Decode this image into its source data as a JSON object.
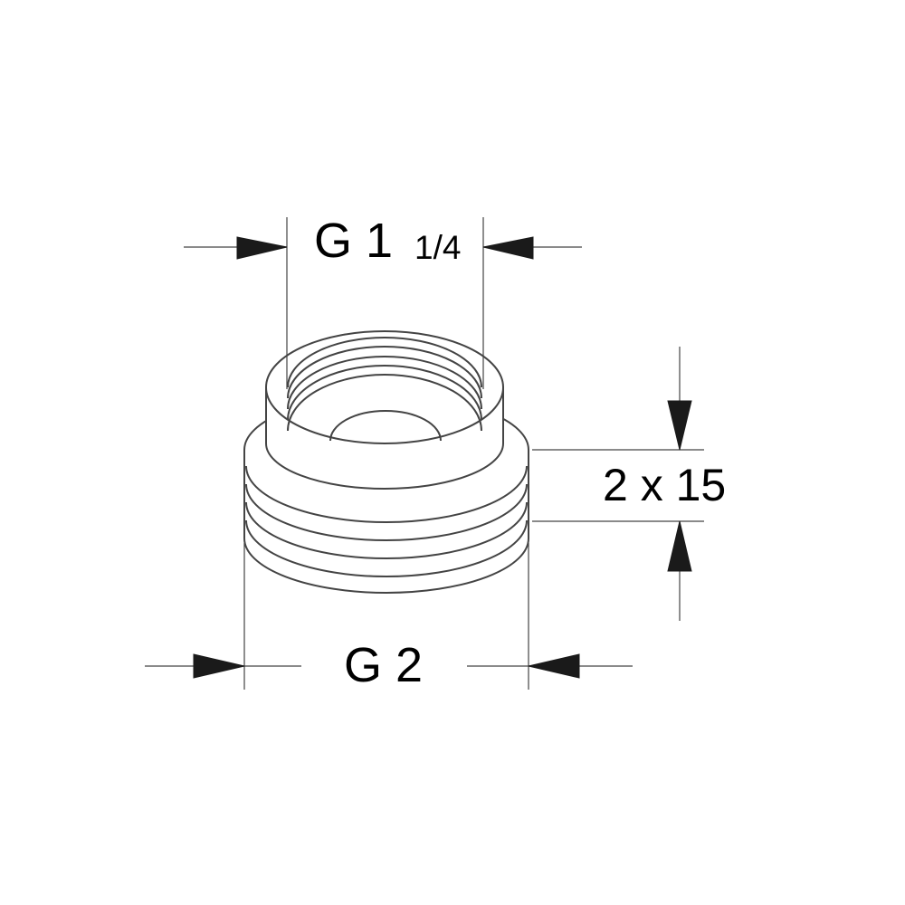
{
  "dimensions": {
    "top_thread": {
      "main": "G 1",
      "fraction": "1/4"
    },
    "bottom_thread": "G 2",
    "thread_depth": "2 x 15"
  },
  "colors": {
    "line": "#444444",
    "arrow": "#1a1a1a",
    "text": "#000000",
    "background": "#ffffff"
  }
}
